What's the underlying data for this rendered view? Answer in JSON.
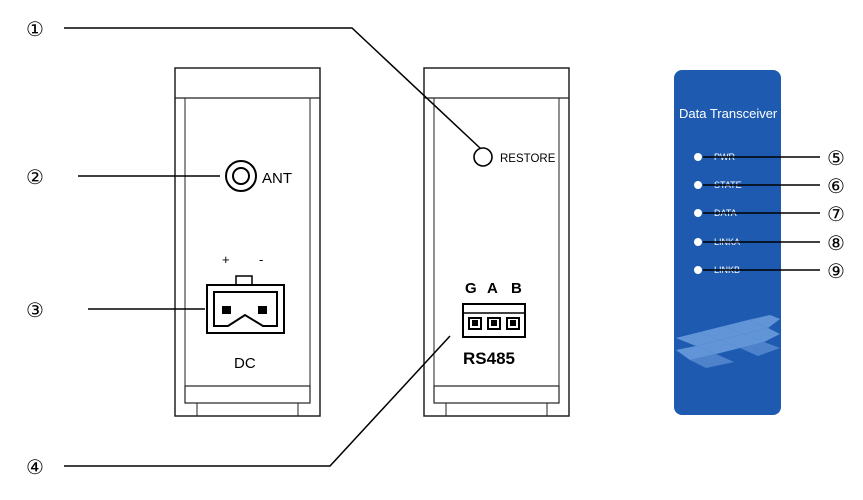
{
  "callouts": {
    "c1": "①",
    "c2": "②",
    "c3": "③",
    "c4": "④",
    "c5": "⑤",
    "c6": "⑥",
    "c7": "⑦",
    "c8": "⑧",
    "c9": "⑨"
  },
  "left_module": {
    "ant_label": "ANT",
    "plus_label": "+",
    "minus_label": "-",
    "dc_label": "DC"
  },
  "middle_module": {
    "restore_label": "RESTORE",
    "g_label": "G",
    "a_label": "A",
    "b_label": "B",
    "rs485_label": "RS485"
  },
  "front_panel": {
    "title": "Data Transceiver",
    "leds": [
      "PWR",
      "STATE",
      "DATA",
      "LINKA",
      "LINKB"
    ]
  },
  "colors": {
    "panel_blue": "#1e5bb0",
    "line": "#000000",
    "module_stroke": "#222222"
  }
}
